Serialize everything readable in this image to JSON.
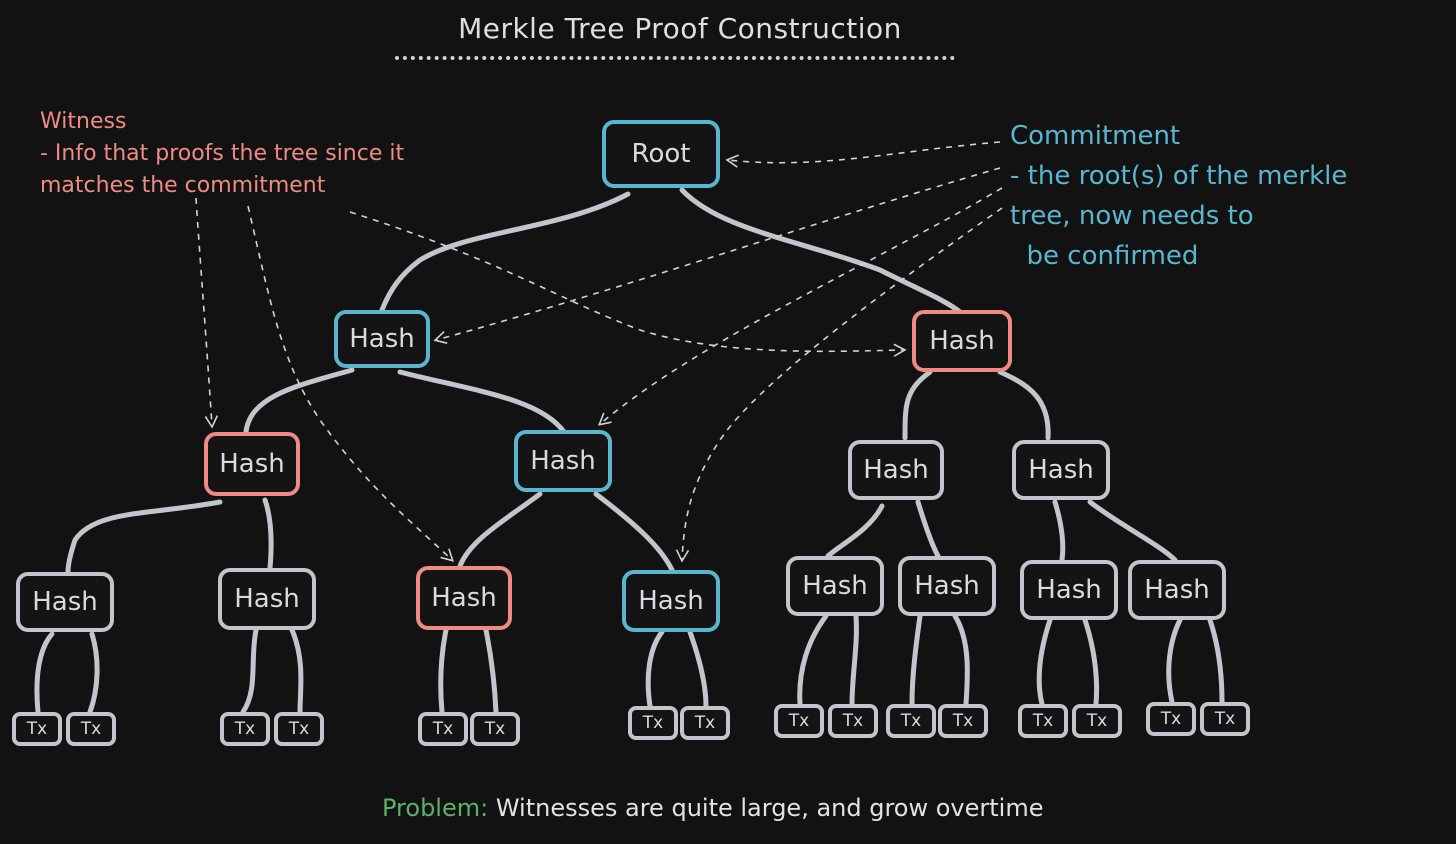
{
  "title": "Merkle Tree Proof Construction",
  "witness": {
    "heading": "Witness",
    "body": "- Info that proofs the tree since it\nmatches the commitment"
  },
  "commitment": {
    "heading": "Commitment",
    "body": "- the root(s) of the merkle\ntree, now needs to\n  be confirmed"
  },
  "problem": {
    "lead": "Problem:",
    "rest": " Witnesses are quite large, and grow overtime"
  },
  "colors": {
    "background": "#121212",
    "node_border": "#c2c6cc",
    "commitment": "#5ab5cf",
    "witness": "#f08a85",
    "problem": "#5cb067"
  },
  "nodes": {
    "root": "Root",
    "hash": "Hash",
    "tx": "Tx"
  },
  "node_roles": {
    "root": "commitment",
    "l1_left": "commitment",
    "l1_right": "witness",
    "l2_a": "witness",
    "l2_b": "commitment",
    "l2_c": "none",
    "l2_d": "none",
    "l3_a": "none",
    "l3_b": "none",
    "l3_c": "witness",
    "l3_d": "commitment",
    "l3_e": "none",
    "l3_f": "none",
    "l3_g": "none",
    "l3_h": "none"
  }
}
